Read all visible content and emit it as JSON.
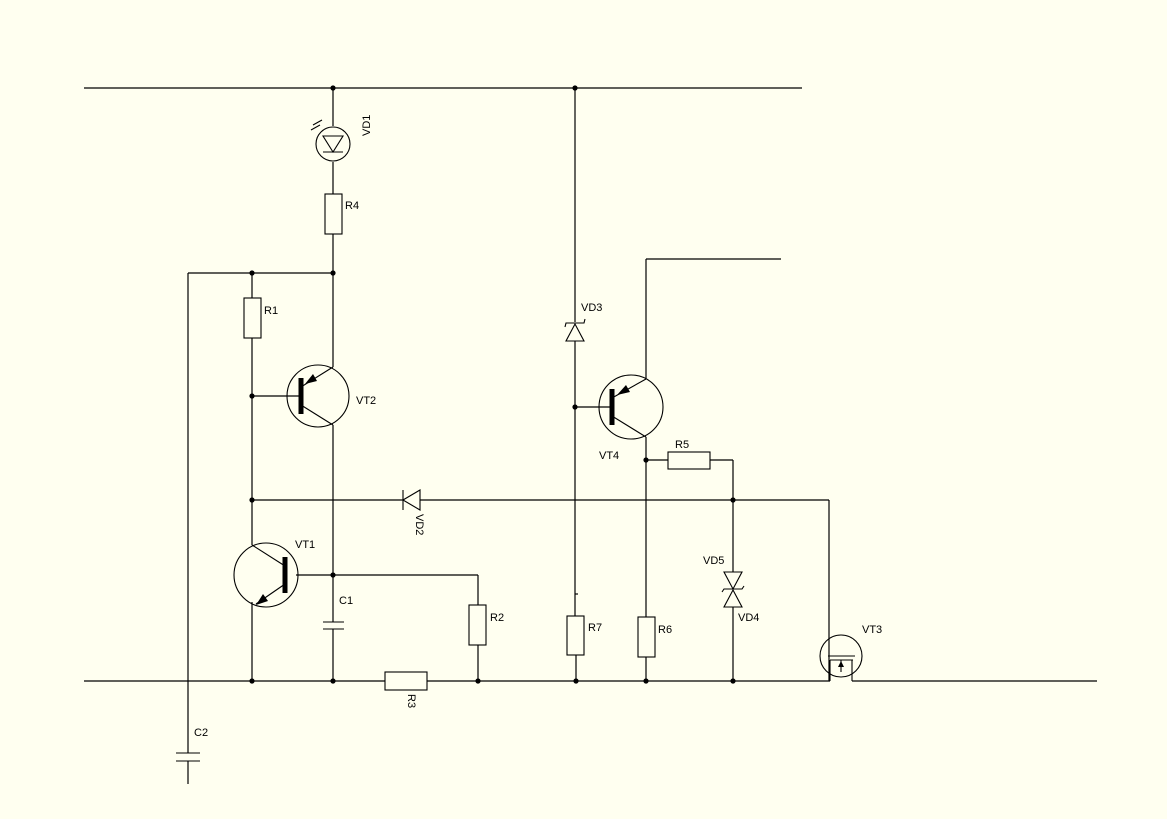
{
  "diagram": {
    "background_color": "#fffff0",
    "line_color": "#000000",
    "labels": {
      "vd1": "VD1",
      "r4": "R4",
      "r1": "R1",
      "vt2": "VT2",
      "vd3": "VD3",
      "vt4": "VT4",
      "r5": "R5",
      "vd2": "VD2",
      "vt1": "VT1",
      "c1": "C1",
      "r2": "R2",
      "r3": "R3",
      "r7": "R7",
      "r6": "R6",
      "vd5": "VD5",
      "vd4": "VD4",
      "vt3": "VT3",
      "c2": "C2"
    }
  }
}
